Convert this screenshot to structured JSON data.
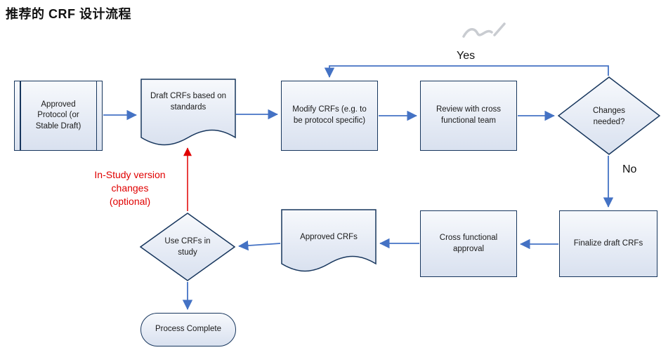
{
  "diagram": {
    "title": "推荐的 CRF 设计流程",
    "nodes": {
      "approved_protocol": "Approved Protocol (or Stable Draft)",
      "draft_crfs": "Draft CRFs based on standards",
      "modify_crfs": "Modify CRFs (e.g. to be protocol specific)",
      "review_team": "Review with cross functional team",
      "changes_needed": "Changes needed?",
      "finalize_crfs": "Finalize draft CRFs",
      "cross_approval": "Cross functional approval",
      "approved_crfs": "Approved CRFs",
      "use_crfs": "Use CRFs in study",
      "process_complete": "Process Complete"
    },
    "labels": {
      "yes": "Yes",
      "no": "No",
      "in_study_note": "In-Study version\nchanges\n(optional)"
    },
    "colors": {
      "node_border": "#17365d",
      "node_fill": "#e3e9f4",
      "arrow": "#4472c4",
      "note_red": "#e00000"
    }
  }
}
